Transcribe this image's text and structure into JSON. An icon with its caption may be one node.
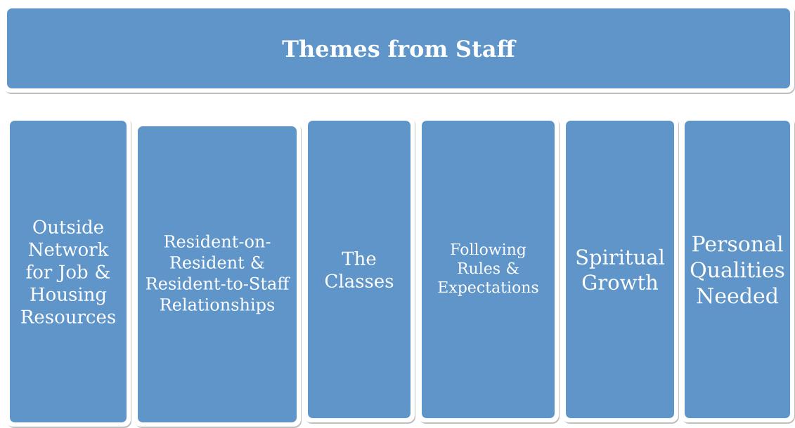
{
  "diagram": {
    "nodes": [
      {
        "text": [
          "Themes from Staff"
        ]
      },
      {
        "text": [
          "Outside Network for Job & Housing Resources"
        ]
      },
      {
        "text": [
          "Resident-on-Resident & Resident-to-Staff Relationships"
        ]
      },
      {
        "text": [
          "The Classes"
        ]
      },
      {
        "text": [
          "Following Rules & Expectations"
        ]
      },
      {
        "text": [
          "Spiritual Growth"
        ]
      },
      {
        "text": [
          "Personal Qualities Needed"
        ]
      }
    ]
  }
}
